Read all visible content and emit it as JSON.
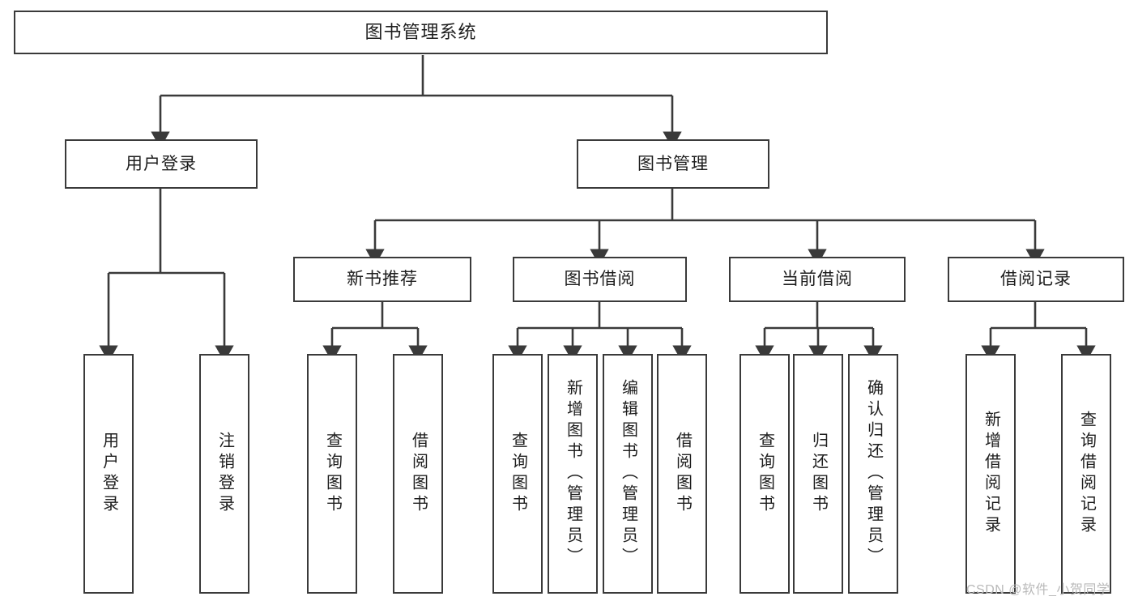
{
  "diagram": {
    "title": "图书管理系统",
    "type": "hierarchy-tree",
    "watermark": "CSDN @软件_小贺同学",
    "colors": {
      "stroke": "#3a3a3a",
      "fill": "#ffffff",
      "text": "#1d1d1d",
      "watermark": "#b9b9b9"
    },
    "root": {
      "label": "图书管理系统"
    },
    "level2": [
      {
        "id": "user-login",
        "label": "用户登录"
      },
      {
        "id": "book-manage",
        "label": "图书管理"
      }
    ],
    "level3": [
      {
        "id": "new-book-recommend",
        "label": "新书推荐"
      },
      {
        "id": "book-borrow",
        "label": "图书借阅"
      },
      {
        "id": "current-borrow",
        "label": "当前借阅"
      },
      {
        "id": "borrow-record",
        "label": "借阅记录"
      }
    ],
    "leaves": {
      "user_login": [
        {
          "id": "leaf-user-login",
          "label": "用户登录"
        },
        {
          "id": "leaf-logout-login",
          "label": "注销登录"
        }
      ],
      "new_book_recommend": [
        {
          "id": "leaf-query-book-1",
          "label": "查询图书"
        },
        {
          "id": "leaf-borrow-book-1",
          "label": "借阅图书"
        }
      ],
      "book_borrow": [
        {
          "id": "leaf-query-book-2",
          "label": "查询图书"
        },
        {
          "id": "leaf-add-book",
          "label": "新增图书（管理员）"
        },
        {
          "id": "leaf-edit-book",
          "label": "编辑图书（管理员）"
        },
        {
          "id": "leaf-borrow-book-2",
          "label": "借阅图书"
        }
      ],
      "current_borrow": [
        {
          "id": "leaf-query-book-3",
          "label": "查询图书"
        },
        {
          "id": "leaf-return-book",
          "label": "归还图书"
        },
        {
          "id": "leaf-confirm-return",
          "label": "确认归还（管理员）"
        }
      ],
      "borrow_record": [
        {
          "id": "leaf-add-record",
          "label": "新增借阅记录"
        },
        {
          "id": "leaf-query-record",
          "label": "查询借阅记录"
        }
      ]
    }
  }
}
